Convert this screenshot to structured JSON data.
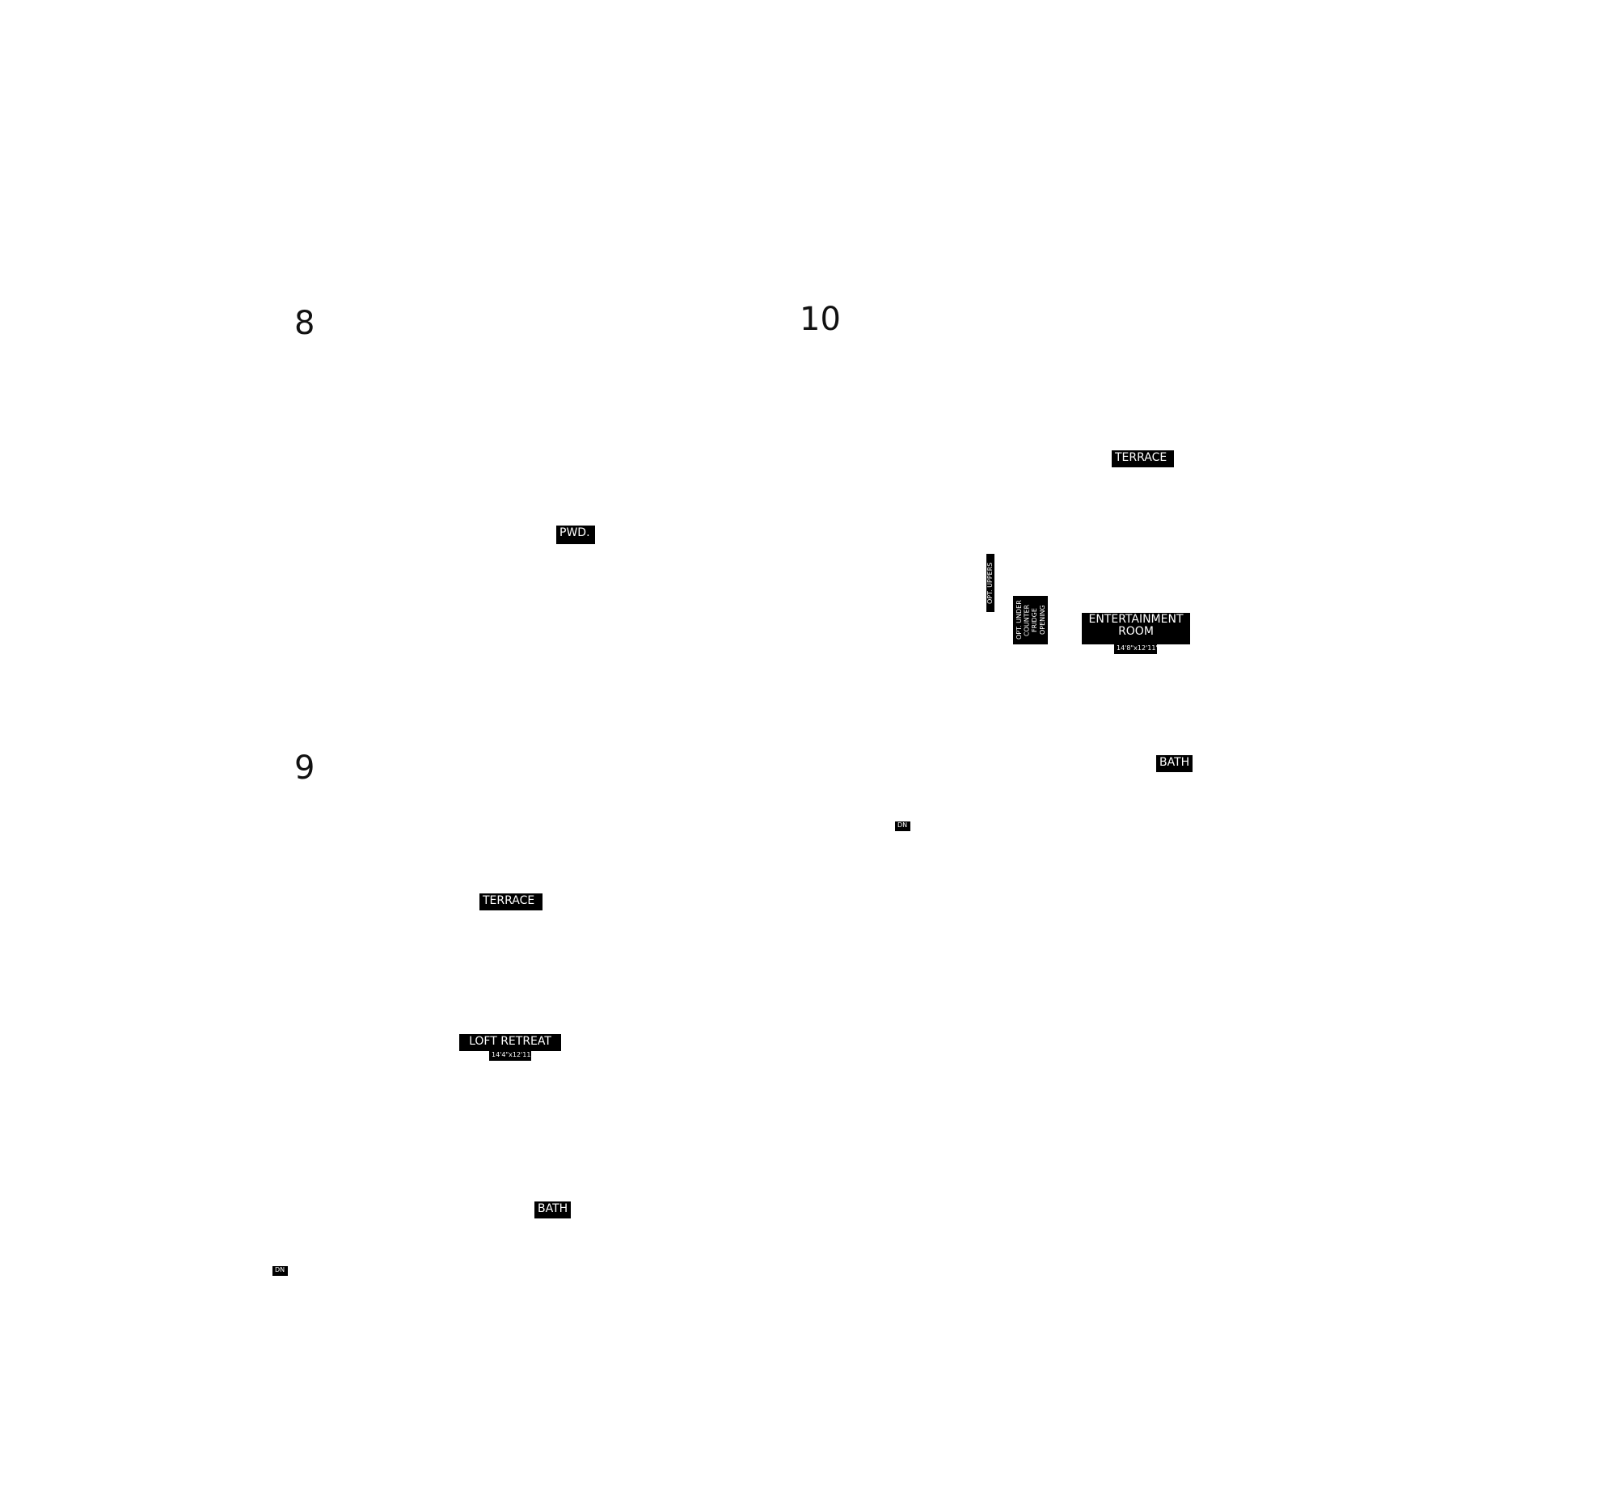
{
  "plans": {
    "plan_8": {
      "number": "8",
      "labels": {
        "powder": "PWD."
      }
    },
    "plan_9": {
      "number": "9",
      "labels": {
        "terrace": "TERRACE",
        "loft_retreat": "LOFT RETREAT",
        "loft_retreat_dims": "14'4\"x12'11\"",
        "bath": "BATH",
        "down": "DN"
      }
    },
    "plan_10": {
      "number": "10",
      "labels": {
        "terrace": "TERRACE",
        "opt_uppers": "OPT. UPPERS",
        "opt_fridge": [
          "OPT. UNDER",
          "COUNTER",
          "FRIDGE",
          "OPENING"
        ],
        "entertainment_room": [
          "ENTERTAINMENT",
          "ROOM"
        ],
        "entertainment_room_dims": "14'8\"x12'11\"",
        "bath": "BATH",
        "down": "DN"
      }
    }
  }
}
